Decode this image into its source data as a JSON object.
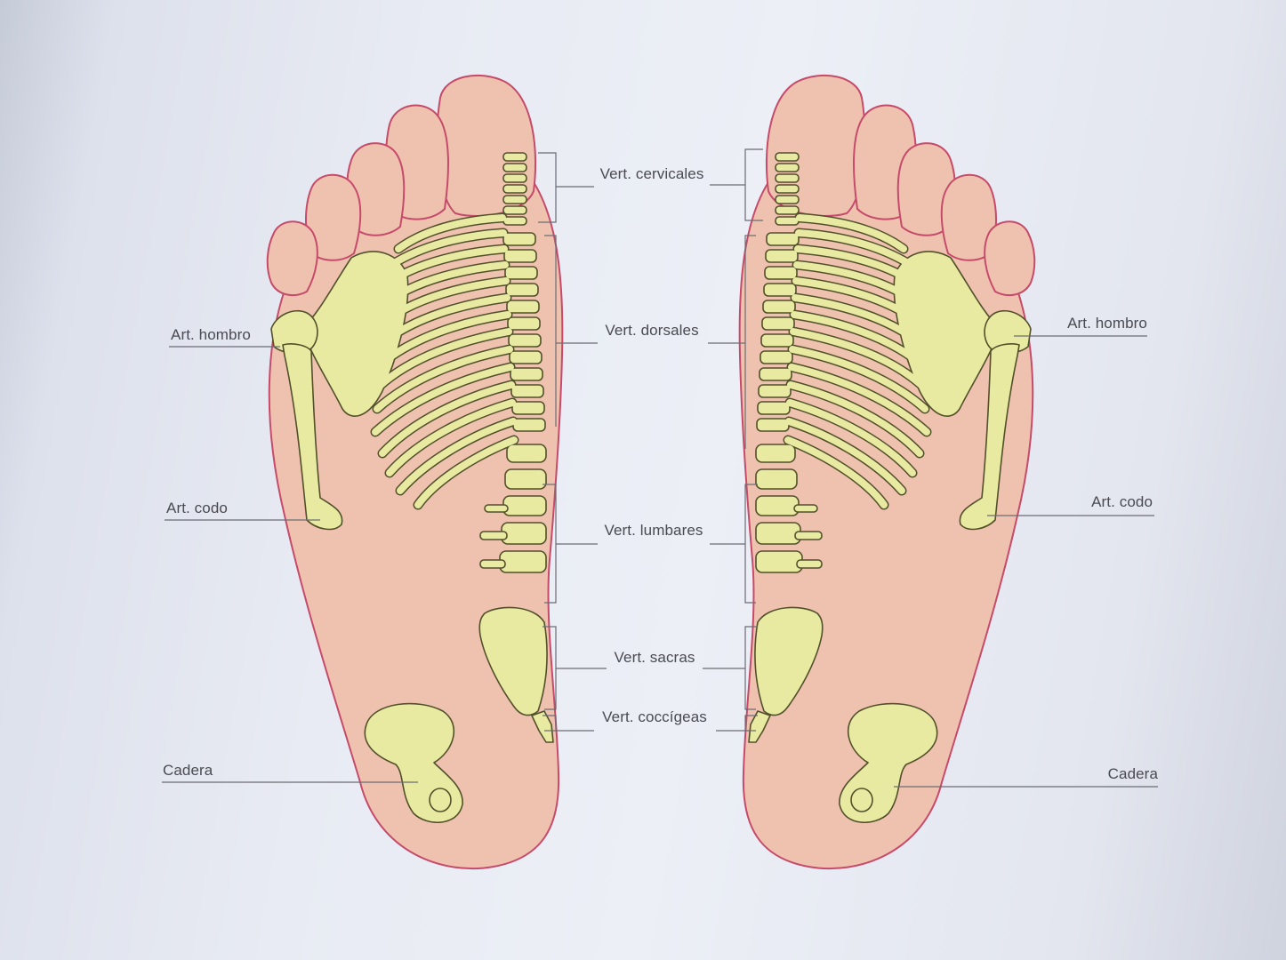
{
  "labels": {
    "cervical": "Vert. cervicales",
    "dorsal": "Vert. dorsales",
    "lumbar": "Vert. lumbares",
    "sacral": "Vert. sacras",
    "coccygeal": "Vert. coccígeas",
    "shoulder": "Art. hombro",
    "elbow": "Art. codo",
    "hip": "Cadera"
  },
  "colors": {
    "skin": "#efc2b0",
    "outline": "#c64a6a",
    "bone": "#e9eaa2",
    "bone_outline": "#52502a",
    "leader": "#6b6b74"
  }
}
